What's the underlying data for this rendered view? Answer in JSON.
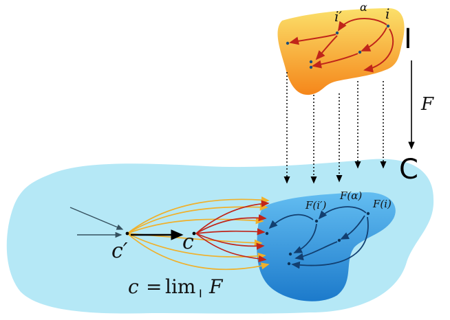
{
  "category_I": "I",
  "category_C": "C",
  "functor": "F",
  "nodes_I": {
    "i": "i",
    "i_prime": "i′",
    "alpha": "α"
  },
  "nodes_C": {
    "Fi": "F(i)",
    "Fi_prime": "F(i′)",
    "Falpha": "F(α)"
  },
  "cone": {
    "c": "c",
    "c_prime": "c′"
  },
  "limit_equation": {
    "lhs": "c",
    "eq": "=",
    "lim": "lim",
    "sub": "I",
    "rhs": "F"
  },
  "colors": {
    "outer_blob": "#b5e8f6",
    "inner_blob_top": "#5ab4ee",
    "inner_blob_bottom": "#1f7fcf",
    "top_blob_top": "#fbd860",
    "top_blob_bottom": "#f58c1c",
    "red_arrow": "#c0251a",
    "orange_arrow": "#f0b02a",
    "blue_arrow": "#1a4f8a",
    "dark_arrow": "#3a5a6a"
  }
}
